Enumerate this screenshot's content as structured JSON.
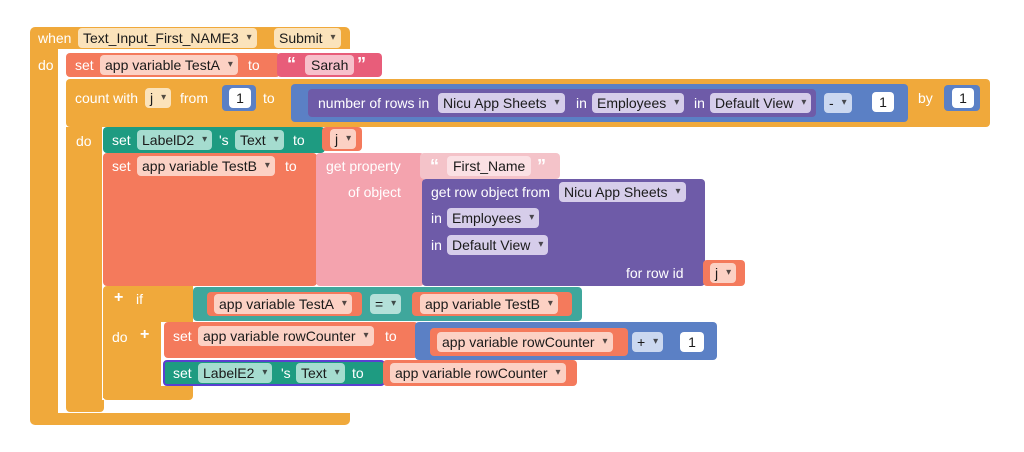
{
  "event": {
    "when_label": "when",
    "component": "Text_Input_First_NAME3",
    "event_name": "Submit",
    "do_label": "do"
  },
  "set_testa": {
    "set_label": "set",
    "variable": "app variable TestA",
    "to_label": "to",
    "value": "Sarah"
  },
  "count_loop": {
    "label": "count with",
    "var": "j",
    "from_label": "from",
    "from_value": "1",
    "to_label": "to",
    "by_label": "by",
    "by_value": "1",
    "do_label": "do"
  },
  "num_rows": {
    "label": "number of rows in",
    "sheet": "Nicu App Sheets",
    "in_label": "in",
    "table": "Employees",
    "in2_label": "in",
    "view": "Default View",
    "op": "-",
    "sub_value": "1"
  },
  "set_label_d2": {
    "set_label": "set",
    "component": "LabelD2",
    "possessive": "'s",
    "property": "Text",
    "to_label": "to",
    "value_var": "j"
  },
  "set_testb": {
    "set_label": "set",
    "variable": "app variable TestB",
    "to_label": "to"
  },
  "get_property": {
    "label": "get property",
    "name": "First_Name",
    "of_object_label": "of object"
  },
  "get_row": {
    "label": "get row object from",
    "sheet": "Nicu App Sheets",
    "in_label": "in",
    "table": "Employees",
    "in2_label": "in",
    "view": "Default View",
    "for_row_label": "for row id",
    "row_var": "j"
  },
  "if_block": {
    "if_label": "if",
    "left": "app variable TestA",
    "op": "=",
    "right": "app variable TestB",
    "do_label": "do"
  },
  "set_rowcounter": {
    "set_label": "set",
    "variable": "app variable rowCounter",
    "to_label": "to",
    "operand": "app variable rowCounter",
    "op": "+",
    "value": "1"
  },
  "set_label_e2": {
    "set_label": "set",
    "component": "LabelE2",
    "possessive": "'s",
    "property": "Text",
    "to_label": "to",
    "value": "app variable rowCounter"
  },
  "colors": {
    "event": "#f0a93b",
    "variable": "#f47a5c",
    "text": "#e85d7a",
    "control": "#f0a93b",
    "number": "#5b80c5",
    "sheets": "#6e5ba8",
    "component": "#1e9b81",
    "logic": "#3fa79c",
    "property": "#f4a3ae"
  }
}
